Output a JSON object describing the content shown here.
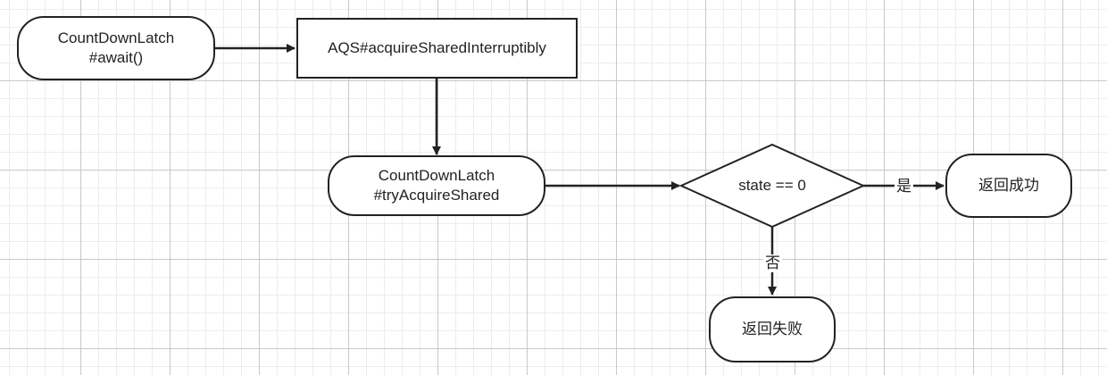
{
  "diagram": {
    "nodes": {
      "await": {
        "lines": [
          "CountDownLatch",
          "#await()"
        ]
      },
      "acquire": {
        "label": "AQS#acquireSharedInterruptibly"
      },
      "try_acquire": {
        "lines": [
          "CountDownLatch",
          "#tryAcquireShared"
        ]
      },
      "decision": {
        "label": "state == 0"
      },
      "success": {
        "label": "返回成功"
      },
      "failure": {
        "label": "返回失败"
      }
    },
    "edges": {
      "yes_label": "是",
      "no_label": "否"
    }
  },
  "colors": {
    "stroke": "#222222",
    "grid_major": "#c9c9c9",
    "grid_minor": "#ececec",
    "background": "#ffffff"
  }
}
